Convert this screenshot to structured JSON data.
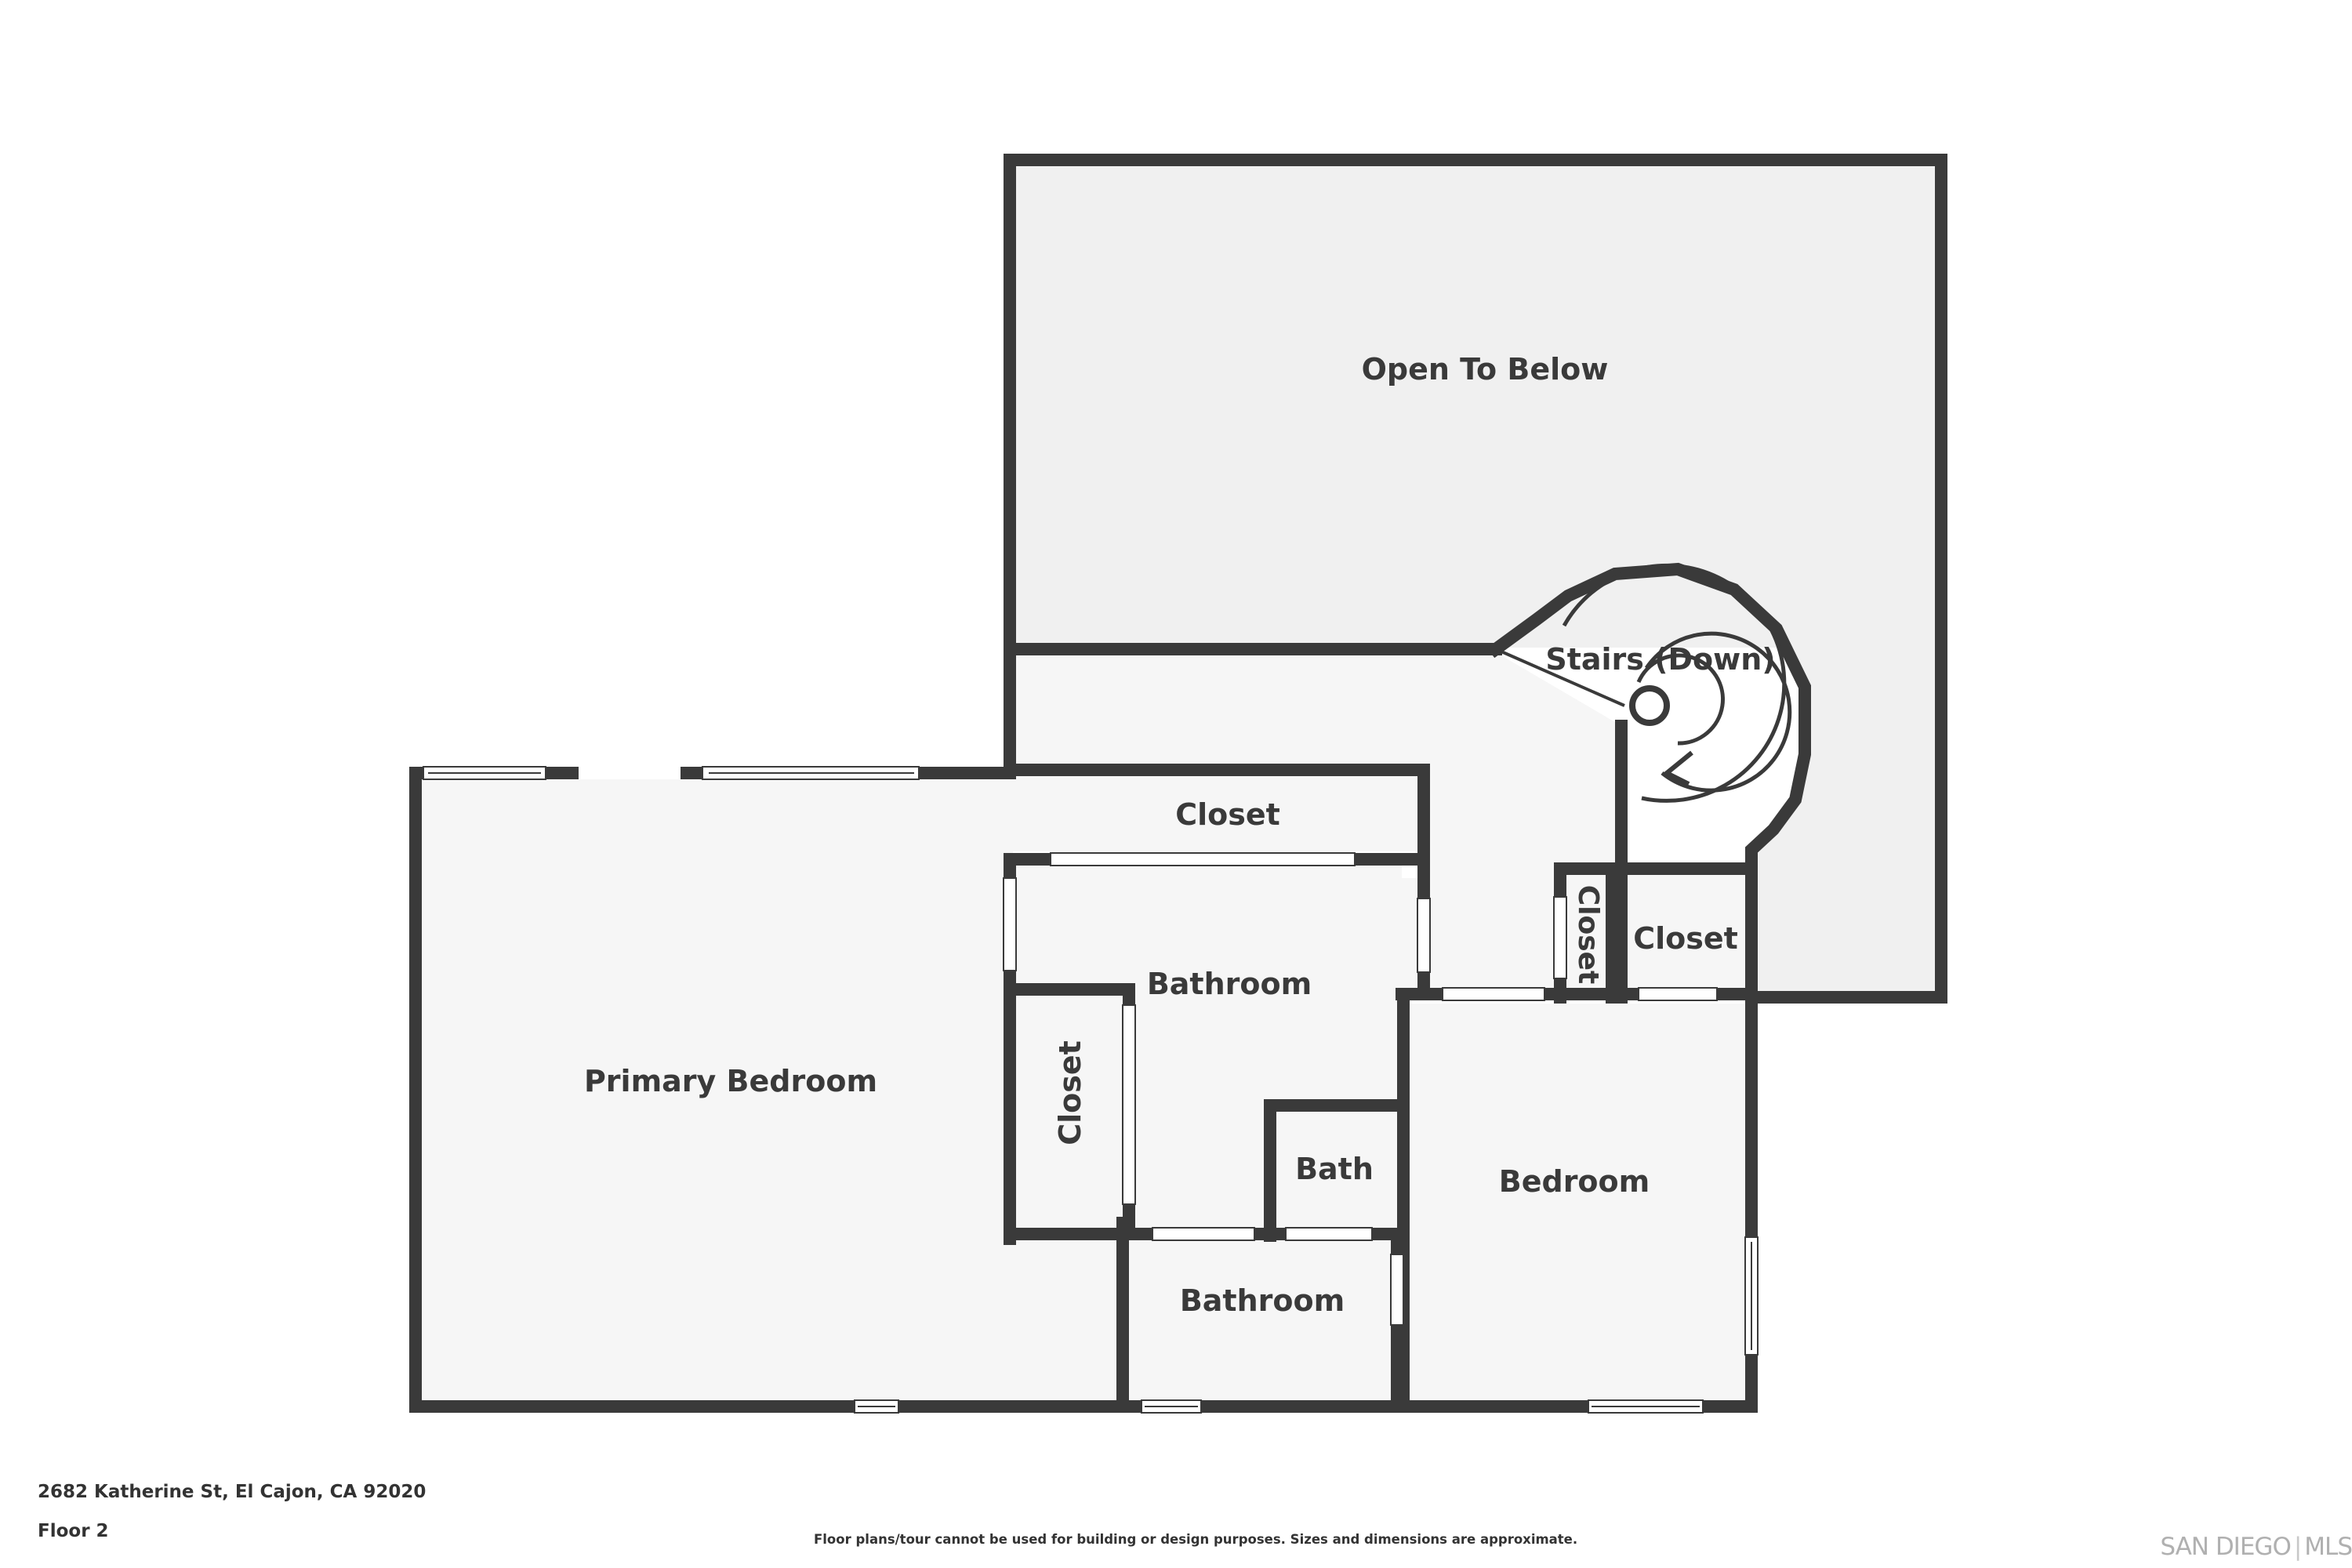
{
  "plan": {
    "rooms": {
      "open_to_below": "Open To Below",
      "stairs": "Stairs (Down)",
      "closet_top": "Closet",
      "bathroom_main": "Bathroom",
      "closet_vertical": "Closet",
      "closet_small_vertical": "Closet",
      "closet_right": "Closet",
      "primary_bedroom": "Primary Bedroom",
      "bath_small": "Bath",
      "bathroom_bottom": "Bathroom",
      "bedroom": "Bedroom"
    }
  },
  "footer": {
    "address": "2682 Katherine St, El Cajon, CA 92020",
    "floor": "Floor 2",
    "disclaimer": "Floor plans/tour cannot be used for building or design purposes. Sizes and dimensions are approximate.",
    "brand_left": "SAN DIEGO",
    "brand_sep": "|",
    "brand_right": "MLS"
  },
  "colors": {
    "wall": "#3a3a3a",
    "floor_light": "#f6f6f6",
    "floor_open": "#f0f0f0"
  }
}
